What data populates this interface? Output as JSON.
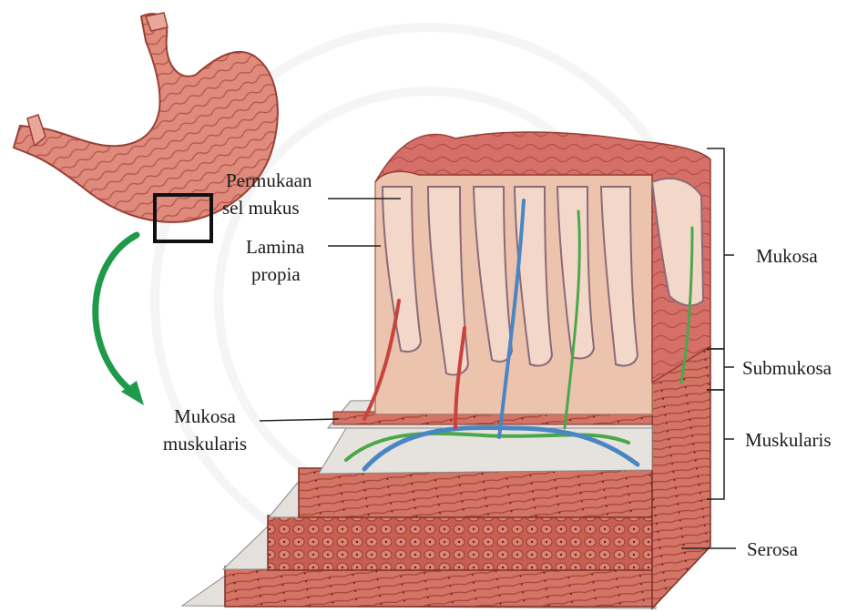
{
  "labels": {
    "surface_mucous_1": "Permukaan",
    "surface_mucous_2": "sel mukus",
    "lamina_propria_1": "Lamina",
    "lamina_propria_2": "propia",
    "muscularis_mucosae_1": "Mukosa",
    "muscularis_mucosae_2": "muskularis",
    "mucosa": "Mukosa",
    "submucosa": "Submukosa",
    "muscularis": "Muskularis",
    "serosa": "Serosa"
  },
  "colors": {
    "stomach": "#d9786a",
    "mucosa": "#e8b29a",
    "muscle": "#cf6a5c",
    "submucosa": "#e6e3df",
    "artery": "#c8433c",
    "vein": "#4a86c4",
    "lymph": "#4aa84a",
    "arrow": "#1f9a4a"
  }
}
